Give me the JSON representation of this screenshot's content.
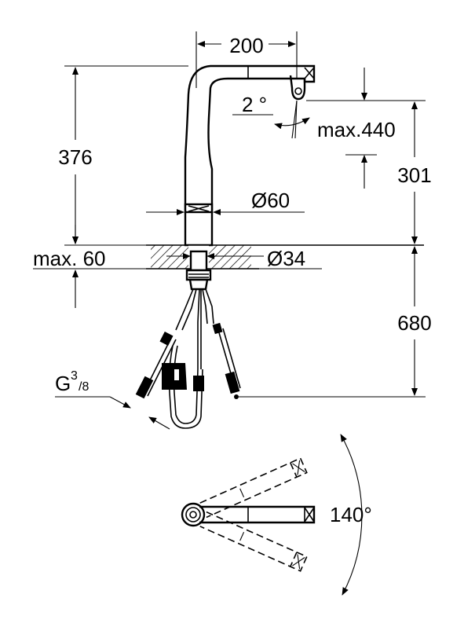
{
  "dimensions": {
    "spout_reach": "200",
    "tilt_angle": "2 °",
    "max_height_to_outlet": "max.440",
    "total_height": "376",
    "outlet_height": "301",
    "body_diameter": "Ø60",
    "hole_diameter": "Ø34",
    "max_deck_thickness": "max. 60",
    "hose_length": "680",
    "connection_base": "G",
    "connection_sup": "3",
    "connection_sub": "/8",
    "swivel_angle": "140°"
  }
}
